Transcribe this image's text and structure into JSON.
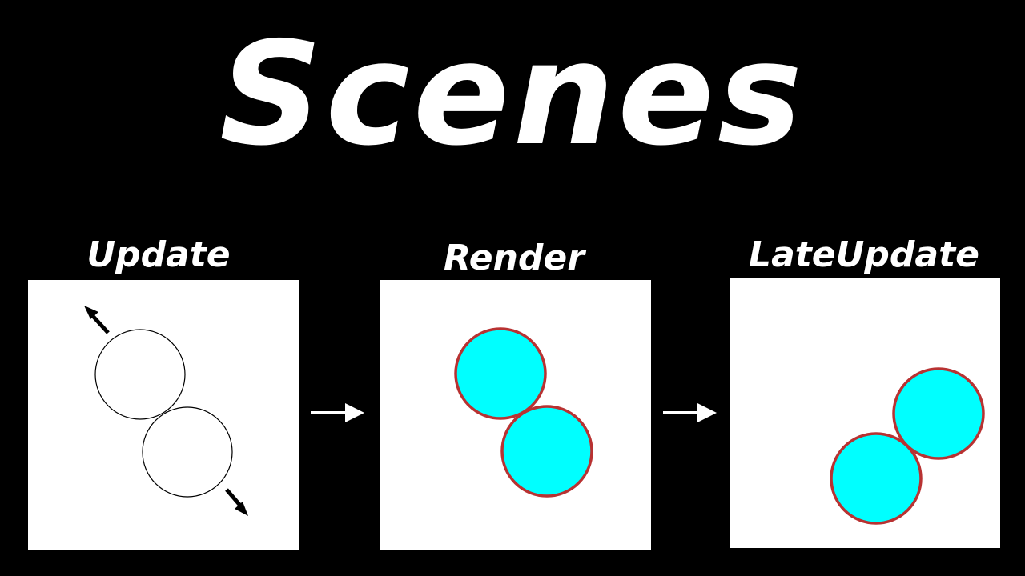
{
  "title": "Scenes",
  "colors": {
    "background": "#000000",
    "text": "#ffffff",
    "panel": "#ffffff",
    "circle_fill": "#00ffff",
    "circle_stroke": "#b83232",
    "outline": "#000000"
  },
  "stages": [
    {
      "label": "Update",
      "circles": "unfilled",
      "motion_arrows": "arrow-up-left-icon / arrow-down-right-icon"
    },
    {
      "label": "Render",
      "circles": "filled"
    },
    {
      "label": "LateUpdate",
      "circles": "filled"
    }
  ],
  "icons": {
    "flow_arrow": "arrow-right-icon",
    "motion_arrow_up": "arrow-up-left-icon",
    "motion_arrow_down": "arrow-down-right-icon"
  }
}
